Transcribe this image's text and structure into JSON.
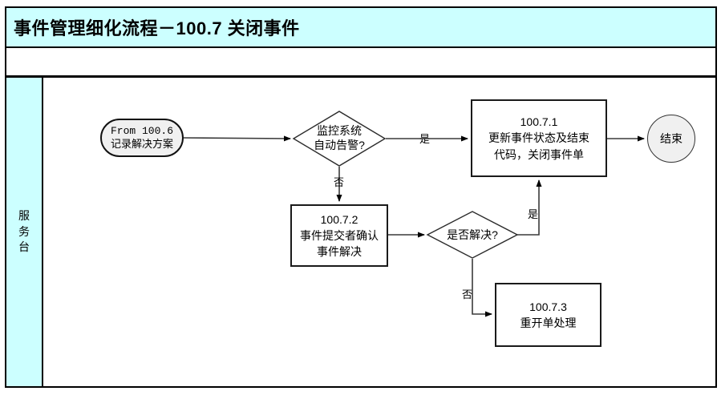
{
  "title": "事件管理细化流程－100.7 关闭事件",
  "lane": {
    "label": "服务台"
  },
  "colors": {
    "header_bg": "#ccffff",
    "lane_bg": "#ccffff",
    "terminator_fill": "#f0f0f0",
    "connector": "#3a3a3a"
  },
  "nodes": {
    "start": {
      "line1": "From 100.6",
      "line2": "记录解决方案"
    },
    "decision1": {
      "text": "监控系统\n自动告警?"
    },
    "box1": {
      "id": "100.7.1",
      "text": "更新事件状态及结束\n代码，关闭事件单"
    },
    "end": {
      "text": "结束"
    },
    "box2": {
      "id": "100.7.2",
      "text": "事件提交者确认\n事件解决"
    },
    "decision2": {
      "text": "是否解决?"
    },
    "box3": {
      "id": "100.7.3",
      "text": "重开单处理"
    }
  },
  "edge_labels": {
    "d1_yes": "是",
    "d1_no": "否",
    "d2_yes": "是",
    "d2_no": "否"
  }
}
